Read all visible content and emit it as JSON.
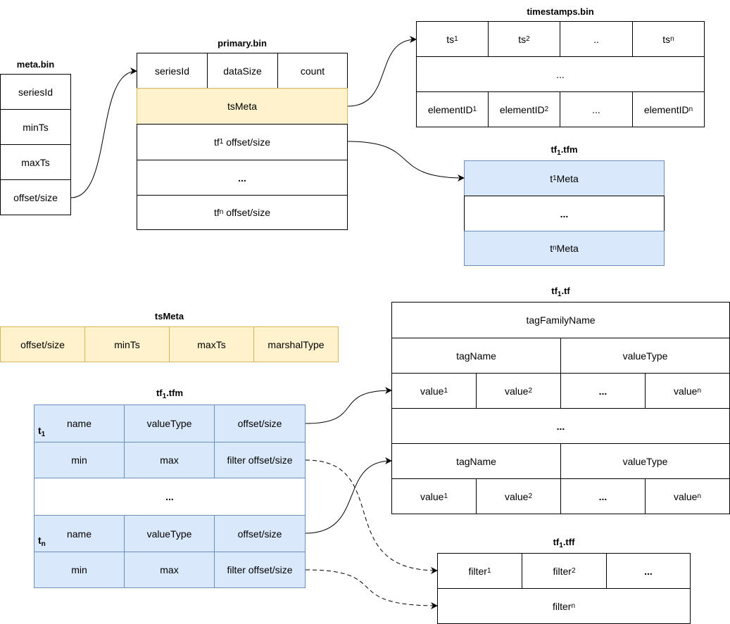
{
  "meta_bin": {
    "title": "meta.bin",
    "fields": [
      "seriesId",
      "minTs",
      "maxTs",
      "offset/size"
    ]
  },
  "primary_bin": {
    "title": "primary.bin",
    "header": [
      "seriesId",
      "dataSize",
      "count"
    ],
    "tsmeta": "tsMeta",
    "tf1_prefix": "tf",
    "tf1_sub": "1",
    "tf1_suffix": " offset/size",
    "ellipsis": "...",
    "tfn_prefix": "tf",
    "tfn_sub": "n",
    "tfn_suffix": " offset/size"
  },
  "timestamps_bin": {
    "title": "timestamps.bin",
    "row1": [
      {
        "base": "ts",
        "sub": "1"
      },
      {
        "base": "ts",
        "sub": "2"
      },
      {
        "base": "..",
        "sub": ""
      },
      {
        "base": "ts",
        "sub": "n"
      }
    ],
    "middle": "...",
    "row3": [
      {
        "base": "elementID",
        "sub": "1"
      },
      {
        "base": "elementID",
        "sub": "2"
      },
      {
        "base": "...",
        "sub": ""
      },
      {
        "base": "elementID",
        "sub": "n"
      }
    ]
  },
  "tf1_tfm_top": {
    "title_base": "tf",
    "title_sub": "1",
    "title_suffix": ".tfm",
    "row1_base": "t",
    "row1_sub": "1",
    "row1_suffix": "Meta",
    "middle": "...",
    "row3_base": "t",
    "row3_sub": "n",
    "row3_suffix": "Meta"
  },
  "tsmeta_table": {
    "title": "tsMeta",
    "fields": [
      "offset/size",
      "minTs",
      "maxTs",
      "marshalType"
    ]
  },
  "tf1_tfm_bottom": {
    "title_base": "tf",
    "title_sub": "1",
    "title_suffix": ".tfm",
    "t1_base": "t",
    "t1_sub": "1",
    "tn_base": "t",
    "tn_sub": "n",
    "name_row": [
      "name",
      "valueType",
      "offset/size"
    ],
    "min_row": [
      "min",
      "max",
      "filter offset/size"
    ],
    "middle": "..."
  },
  "tf1_tf": {
    "title_base": "tf",
    "title_sub": "1",
    "title_suffix": ".tf",
    "family": "tagFamilyName",
    "tag_row": [
      "tagName",
      "valueType"
    ],
    "value_row": [
      {
        "base": "value",
        "sub": "1"
      },
      {
        "base": "value",
        "sub": "2"
      },
      {
        "base": "...",
        "sub": ""
      },
      {
        "base": "value",
        "sub": "n"
      }
    ],
    "middle": "..."
  },
  "tf1_tff": {
    "title_base": "tf",
    "title_sub": "1",
    "title_suffix": ".tff",
    "row1": [
      {
        "base": "filter",
        "sub": "1"
      },
      {
        "base": "filter",
        "sub": "2"
      },
      {
        "base": "...",
        "sub": ""
      }
    ],
    "row2_base": "filter",
    "row2_sub": "n"
  }
}
